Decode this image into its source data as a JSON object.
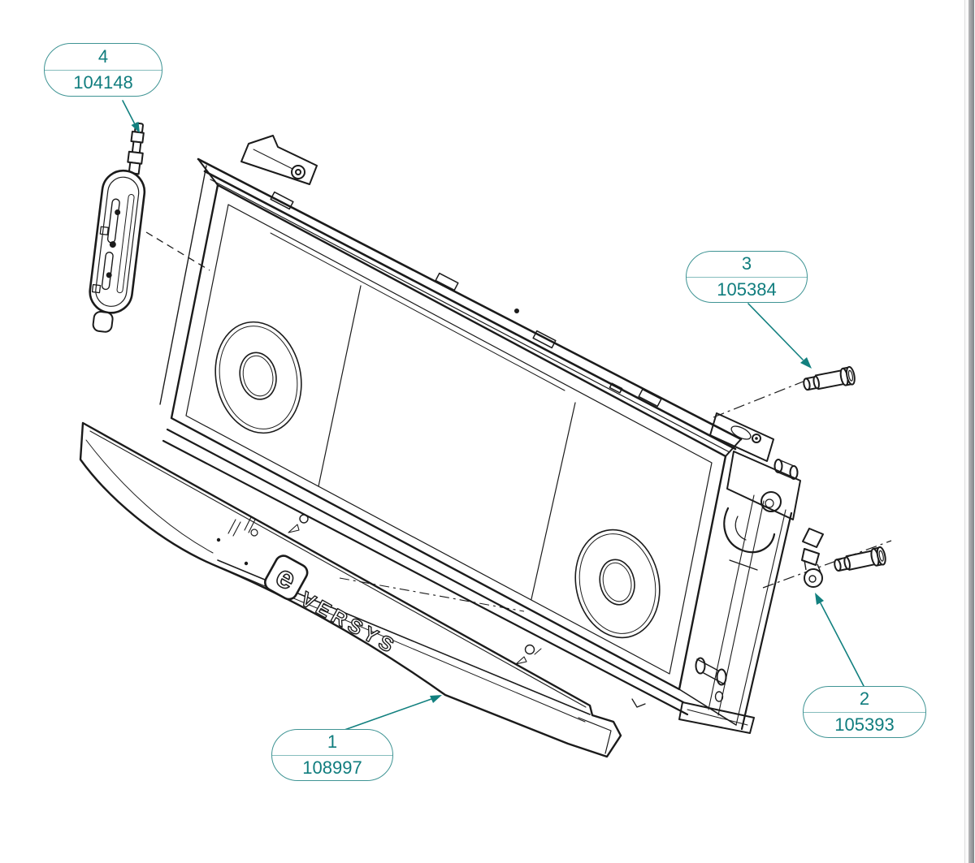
{
  "page": {
    "background_color": "#ffffff"
  },
  "diagram": {
    "type": "exploded-parts-diagram",
    "accent_color": "#12807f",
    "line_color": "#1b1b1b",
    "brand": {
      "mark": "e",
      "word": "VERSYS"
    },
    "callouts": [
      {
        "number": "1",
        "part_number": "108997"
      },
      {
        "number": "2",
        "part_number": "105393"
      },
      {
        "number": "3",
        "part_number": "105384"
      },
      {
        "number": "4",
        "part_number": "104148"
      }
    ]
  }
}
